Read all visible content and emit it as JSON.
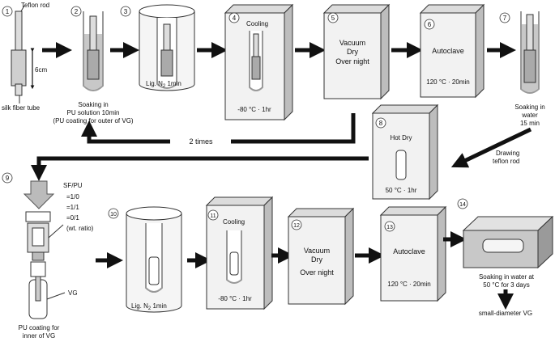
{
  "labels": {
    "teflon_rod": "Teflon rod",
    "six_cm": "6cm",
    "silk_fiber_tube": "silk fiber tube",
    "soak_pu_1": "Soaking in",
    "soak_pu_2": "PU solution 10min",
    "soak_pu_3": "(PU coating for outer of VG)",
    "lig_n2_1": "Lig. N",
    "lig_n2_1_sub": "2",
    "lig_n2_1_tail": " 1min",
    "cooling_1": "Cooling",
    "cooling_1_temp": "-80 °C · 1hr",
    "vacuum_1a": "Vacuum",
    "vacuum_1b": "Dry",
    "vacuum_1c": "Over night",
    "autoclave_1": "Autoclave",
    "autoclave_1_temp": "120 °C · 20min",
    "soak_water_1": "Soaking in",
    "soak_water_2": "water",
    "soak_water_3": "15 min",
    "two_times": "2 times",
    "hot_dry": "Hot Dry",
    "hot_dry_temp": "50 °C · 1hr",
    "drawing_1": "Drawing",
    "drawing_2": "teflon rod",
    "sfpu": "SF/PU",
    "ratio_1": "=1/0",
    "ratio_2": "=1/1",
    "ratio_3": "=0/1",
    "wt_ratio": "(wt. ratio)",
    "vg": "VG",
    "pu_inner_1": "PU coating for",
    "pu_inner_2": "inner of VG",
    "lig_n2_2": "Lig. N",
    "lig_n2_2_sub": "2",
    "lig_n2_2_tail": " 1min",
    "cooling_2": "Cooling",
    "cooling_2_temp": "-80 °C · 1hr",
    "vacuum_2a": "Vacuum",
    "vacuum_2b": "Dry",
    "vacuum_2c": "Over night",
    "autoclave_2": "Autoclave",
    "autoclave_2_temp": "120 °C · 20min",
    "soak_final_1": "Soaking in water at",
    "soak_final_2": "50 °C for 3 days",
    "small_vg": "small-diameter VG"
  },
  "step_numbers": [
    "1",
    "2",
    "3",
    "4",
    "5",
    "6",
    "7",
    "8",
    "9",
    "10",
    "11",
    "12",
    "13",
    "14"
  ],
  "colors": {
    "arrow": "#111111",
    "box_face": "#f2f2f2",
    "box_side": "#bdbdbd",
    "liquid": "#c8c8c8"
  }
}
